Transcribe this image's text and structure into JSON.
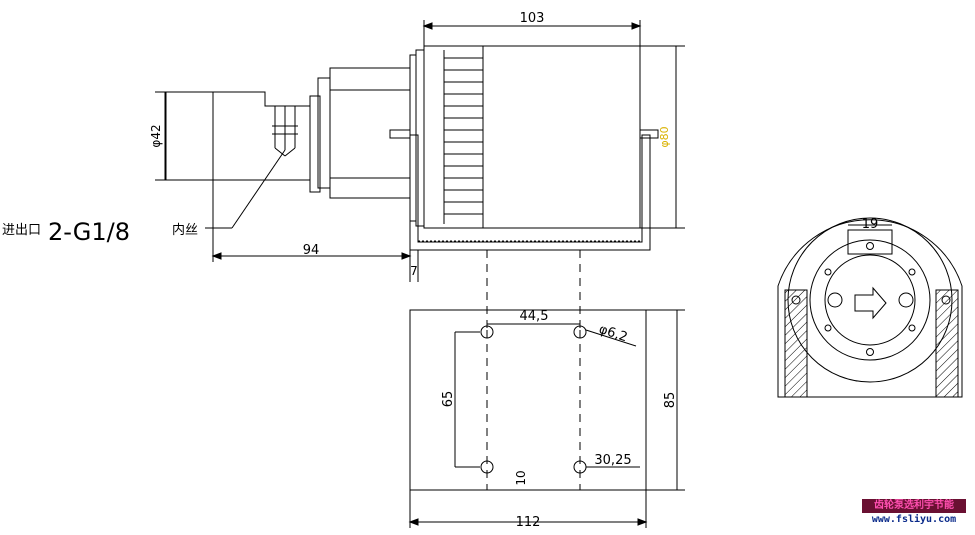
{
  "drawing": {
    "label_port": "进出口",
    "label_thread": "2-G1/8",
    "label_thread_suffix": "内丝"
  },
  "dimensions": {
    "top_width": "103",
    "dia_pump": "φ42",
    "dia_motor": "φ80",
    "len_94": "94",
    "len_7": "7",
    "hole_spacing_x": "44,5",
    "hole_dia": "φ6,2",
    "hole_spacing_y": "65",
    "plate_height": "85",
    "offset_10": "10",
    "offset_30": "30,25",
    "plate_width": "112",
    "side_19": "19"
  },
  "watermark": {
    "title": "齿轮泵选利宇节能",
    "url": "www.fsliyu.com"
  }
}
